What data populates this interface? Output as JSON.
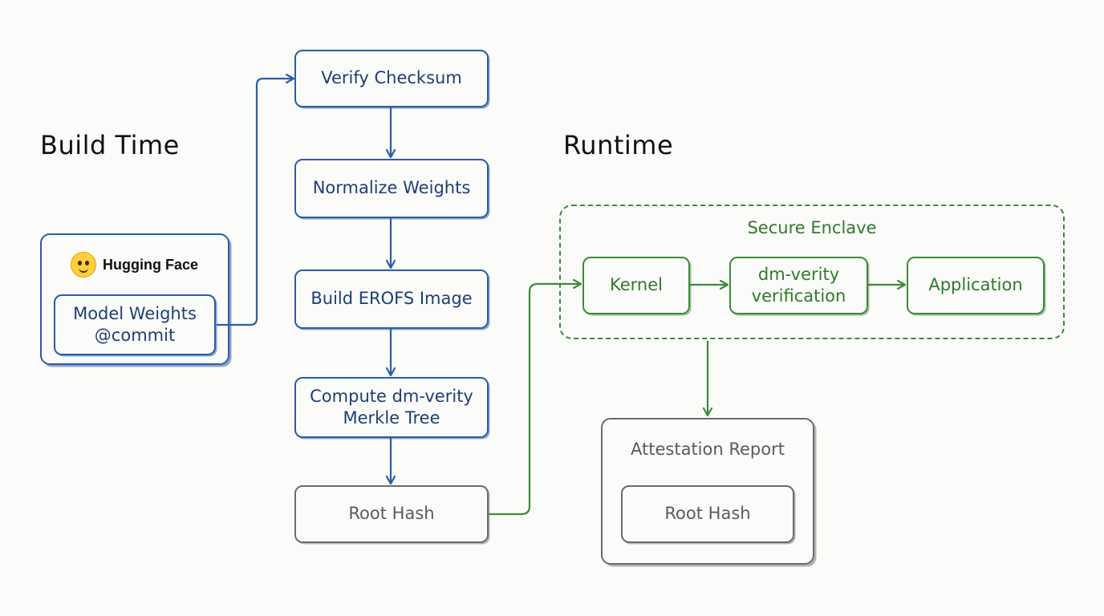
{
  "build_time": {
    "title": "Build Time",
    "source": {
      "brand": "Hugging Face",
      "brand_icon": "hugging-face-emoji",
      "model_label": "Model Weights\n@commit"
    },
    "steps": [
      "Verify Checksum",
      "Normalize Weights",
      "Build EROFS Image",
      "Compute dm-verity\nMerkle Tree"
    ],
    "output": "Root Hash"
  },
  "runtime": {
    "title": "Runtime",
    "enclave": {
      "title": "Secure Enclave",
      "steps": [
        "Kernel",
        "dm-verity\nverification",
        "Application"
      ]
    },
    "attestation": {
      "title": "Attestation Report",
      "content": "Root Hash"
    }
  },
  "colors": {
    "build": "#2b5ca8",
    "runtime": "#3d8a3a",
    "neutral": "#6b6b6b"
  }
}
